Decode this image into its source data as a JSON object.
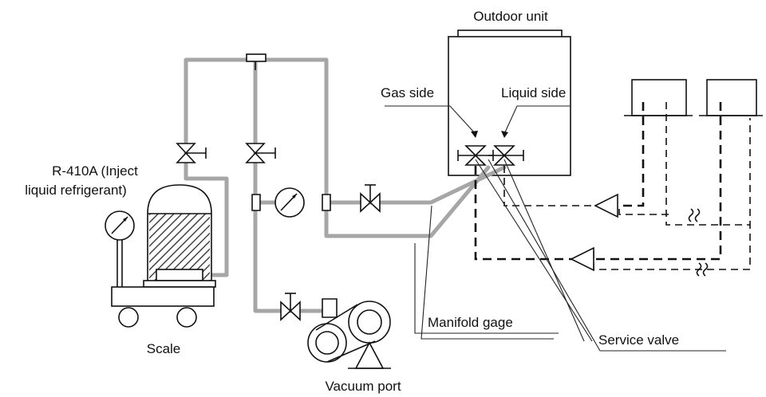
{
  "labels": {
    "outdoor_unit": "Outdoor unit",
    "gas_side": "Gas side",
    "liquid_side": "Liquid side",
    "refrigerant_line1": "R-410A (Inject",
    "refrigerant_line2": "liquid refrigerant)",
    "scale": "Scale",
    "vacuum_port": "Vacuum port",
    "manifold_gage": "Manifold gage",
    "service_valve": "Service valve"
  },
  "colors": {
    "pipe": "#a6a6a6",
    "line": "#111111"
  }
}
